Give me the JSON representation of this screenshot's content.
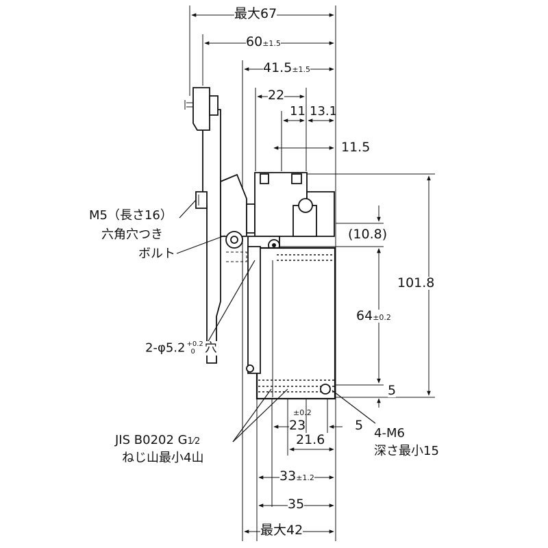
{
  "dimensions": {
    "top": {
      "max_67": "最大67",
      "d60": "60",
      "d60_tol": "±1.5",
      "d41_5": "41.5",
      "d41_5_tol": "±1.5",
      "d22": "22",
      "d11": "11",
      "d13_1": "13.1",
      "d11_5": "11.5"
    },
    "right": {
      "d10_8": "(10.8)",
      "d101_8": "101.8",
      "d64": "64",
      "d64_tol": "±0.2",
      "d5": "5"
    },
    "bottom": {
      "tol_0_2": "±0.2",
      "d23": "23",
      "d5b": "5",
      "d21_6": "21.6",
      "d33": "33",
      "d33_tol": "±1.2",
      "d35": "35",
      "max_42": "最大42"
    }
  },
  "callouts": {
    "bolt_line1": "M5（長さ16）",
    "bolt_line2": "六角穴つき",
    "bolt_line3": "ボルト",
    "hole_prefix": "2-φ5.2",
    "hole_tol_upper": "+0.2",
    "hole_tol_lower": "0",
    "hole_suffix": "穴",
    "thread_line1": "JIS B0202 G",
    "thread_fraction": "1⁄2",
    "thread_line2": "ねじ山最小4山",
    "tap_line1": "4-M6",
    "tap_line2": "深さ最小15"
  }
}
